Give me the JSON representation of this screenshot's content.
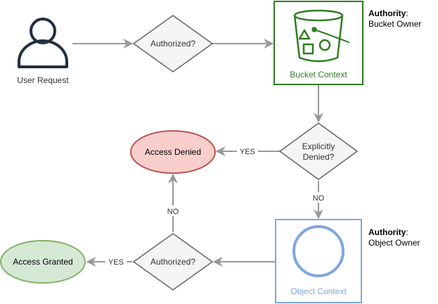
{
  "nodes": {
    "user_request": "User Request",
    "authorized_top": "Authorized?",
    "bucket_context": "Bucket Context",
    "explicitly_denied_line1": "Explicitly",
    "explicitly_denied_line2": "Denied?",
    "access_denied": "Access Denied",
    "object_context": "Object Context",
    "authorized_bottom": "Authorized?",
    "access_granted": "Access Granted"
  },
  "edges": {
    "denied_yes": "YES",
    "denied_no": "NO",
    "auth_bottom_no": "NO",
    "auth_bottom_yes": "YES"
  },
  "authority_bucket": {
    "label": "Authority",
    "colon": ":",
    "value": "Bucket Owner"
  },
  "authority_object": {
    "label": "Authority",
    "colon": ":",
    "value": "Object Owner"
  },
  "colors": {
    "bucket_border": "#2e7d1f",
    "bucket_text": "#2e7d1f",
    "object_border": "#7ea6e0",
    "object_text": "#7ea6e0",
    "denied_fill": "#f8cecc",
    "denied_stroke": "#b85450",
    "granted_fill": "#d5e8d4",
    "granted_stroke": "#82b366",
    "diamond_fill": "#f5f5f5",
    "diamond_stroke": "#666666",
    "edge": "#999999",
    "user_icon": "#232f3e"
  },
  "icons": {
    "user": "user-icon",
    "bucket": "bucket-icon"
  }
}
